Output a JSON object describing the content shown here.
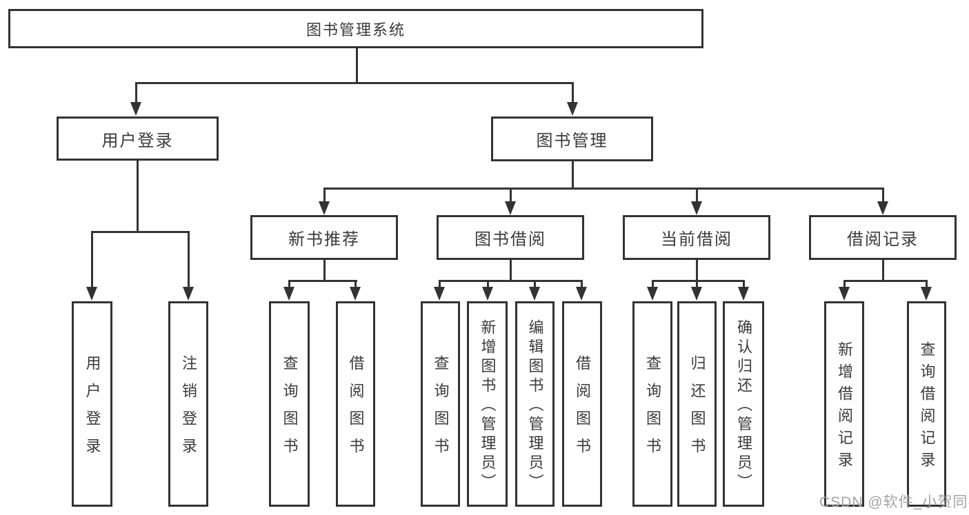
{
  "diagram": {
    "root": {
      "label": "图书管理系统"
    },
    "level2": [
      {
        "label": "用户登录"
      },
      {
        "label": "图书管理"
      }
    ],
    "level3": [
      {
        "label": "新书推荐"
      },
      {
        "label": "图书借阅"
      },
      {
        "label": "当前借阅"
      },
      {
        "label": "借阅记录"
      }
    ],
    "leaves": [
      {
        "label": "用户登录"
      },
      {
        "label": "注销登录"
      },
      {
        "label": "查询图书"
      },
      {
        "label": "借阅图书"
      },
      {
        "label": "查询图书"
      },
      {
        "label": "新增图书（管理员）"
      },
      {
        "label": "编辑图书（管理员）"
      },
      {
        "label": "借阅图书"
      },
      {
        "label": "查询图书"
      },
      {
        "label": "归还图书"
      },
      {
        "label": "确认归还（管理员）"
      },
      {
        "label": "新增借阅记录"
      },
      {
        "label": "查询借阅记录"
      }
    ],
    "colors": {
      "line": "#333333",
      "text": "#3a3a3a",
      "background": "#ffffff",
      "watermark": "#a3a3a3"
    }
  },
  "watermark": {
    "text": "CSDN @软件_小贺同学"
  }
}
